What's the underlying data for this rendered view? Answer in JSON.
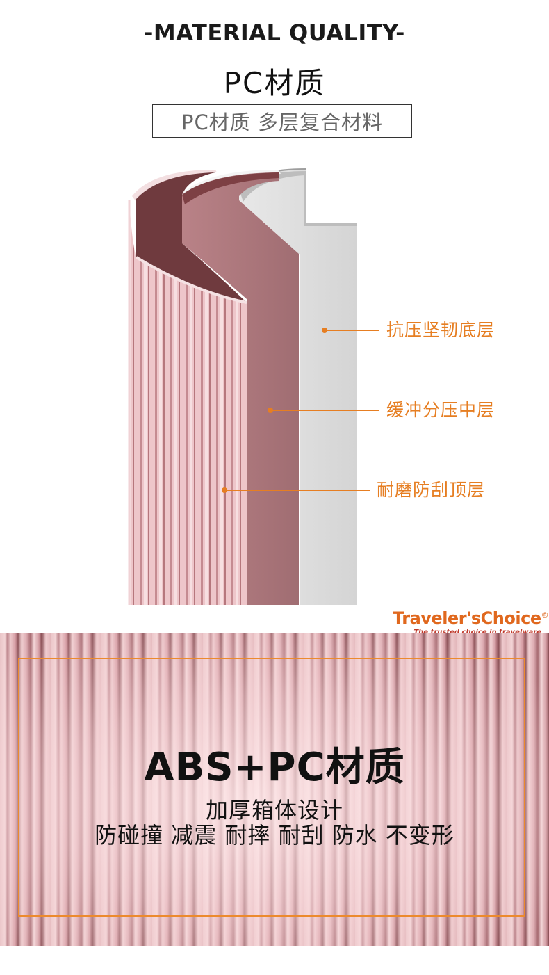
{
  "header": {
    "eyebrow": "-MATERIAL QUALITY-",
    "title": "PC材质",
    "subtitle": "PC材质 多层复合材料"
  },
  "layers": {
    "callouts": [
      {
        "label": "抗压坚韧底层"
      },
      {
        "label": "缓冲分压中层"
      },
      {
        "label": "耐磨防刮顶层"
      }
    ],
    "colors": {
      "outer_shell": "#e6b7bc",
      "middle_layer": "#a9777c",
      "inner_layer": "#dcdcdc",
      "callout_accent": "#e67e22"
    }
  },
  "brand": {
    "name_part1": "Traveler's",
    "name_part2": "Choice",
    "registered": "®",
    "tagline": "The trusted choice in travelware"
  },
  "feature": {
    "title": "ABS+PC材质",
    "line1": "加厚箱体设计",
    "line2": "防碰撞 减震 耐摔 耐刮 防水 不变形",
    "frame_color": "#ec8a2d"
  }
}
